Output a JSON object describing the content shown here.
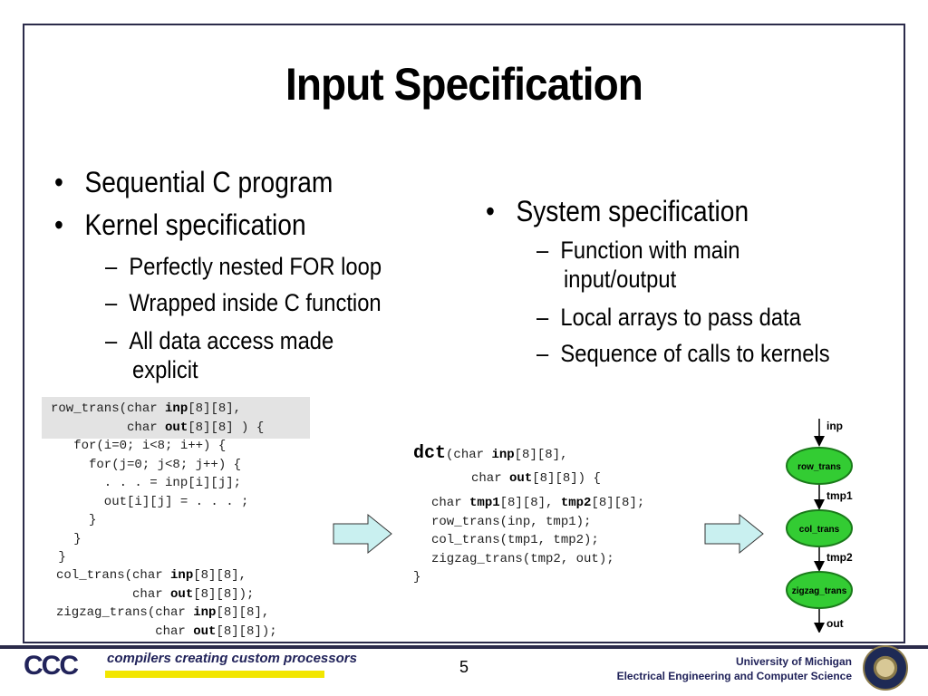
{
  "title": "Input Specification",
  "left_bullets": [
    "Sequential C program",
    "Kernel specification"
  ],
  "left_sub_bullets": [
    "Perfectly nested FOR loop",
    "Wrapped inside C function",
    "All data access made",
    "explicit"
  ],
  "right_bullets": [
    "System specification"
  ],
  "right_sub_bullets": [
    "Function with main",
    "input/output",
    "Local arrays to pass data",
    "Sequence of calls to kernels"
  ],
  "bullet_symbol": "•",
  "dash_symbol": "–",
  "left_code": {
    "l1a": "row_trans(char ",
    "l1b": "inp",
    "l1c": "[8][8],",
    "l2a": "          char ",
    "l2b": "out",
    "l2c": "[8][8] ) {",
    "l3": "   for(i=0; i<8; i++) {",
    "l4": "     for(j=0; j<8; j++) {",
    "l5": "       . . . = inp[i][j];",
    "l6": "       out[i][j] = . . . ;",
    "l7": "     }",
    "l8": "   }",
    "l9": " }",
    "m1a": "col_trans(char ",
    "m1b": "inp",
    "m1c": "[8][8],",
    "m2a": "          char ",
    "m2b": "out",
    "m2c": "[8][8]);",
    "m3a": "zigzag_trans(char ",
    "m3b": "inp",
    "m3c": "[8][8],",
    "m4a": "             char ",
    "m4b": "out",
    "m4c": "[8][8]);"
  },
  "mid_code": {
    "fname": "dct",
    "h1a": "(char ",
    "h1b": "inp",
    "h1c": "[8][8],",
    "h2a": "char ",
    "h2b": "out",
    "h2c": "[8][8]) {",
    "b1a": "char ",
    "b1b": "tmp1",
    "b1c": "[8][8], ",
    "b1d": "tmp2",
    "b1e": "[8][8];",
    "b2": "row_trans(inp, tmp1);",
    "b3": "col_trans(tmp1, tmp2);",
    "b4": "zigzag_trans(tmp2, out);",
    "close": "}"
  },
  "diagram": {
    "inp": "inp",
    "node1": "row_trans",
    "tmp1": "tmp1",
    "node2": "col_trans",
    "tmp2": "tmp2",
    "node3": "zigzag_trans",
    "out": "out",
    "node_color": "#33cc33",
    "node_edge_color": "#1a7a1a"
  },
  "arrow_color": "#c9f0f0",
  "footer": {
    "logo": "CCC",
    "tagline": "compilers creating custom processors",
    "page_number": "5",
    "univ_line1": "University of Michigan",
    "univ_line2": "Electrical Engineering and Computer Science"
  }
}
